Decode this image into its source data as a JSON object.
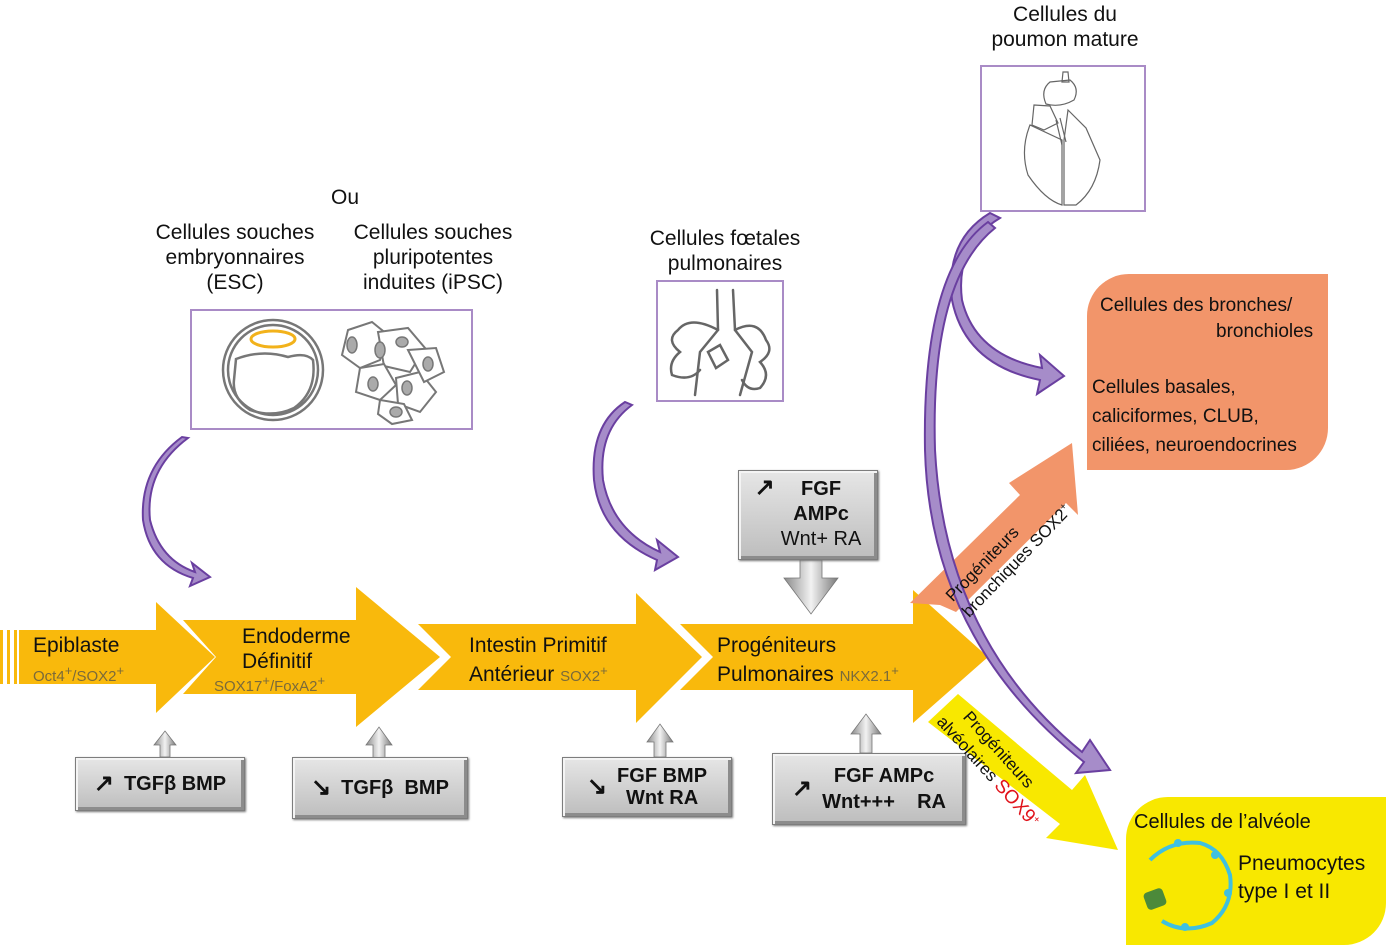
{
  "colors": {
    "stage_arrow": "#f9b90c",
    "purple_arrow": "#9b7bc0",
    "purple_stroke": "#6a3fa0",
    "box_border": "#a98bc6",
    "bronchial_panel": "#f2956a",
    "alveolar_panel": "#f8e800",
    "sox9_text": "#e0121a",
    "marker_text": "#7a6a3a"
  },
  "sources": {
    "or_label": "Ou",
    "esc_label": [
      "Cellules souches",
      "embryonnaires",
      "(ESC)"
    ],
    "ipsc_label": [
      "Cellules souches",
      "pluripotentes",
      "induites (iPSC)"
    ],
    "fetal_label": [
      "Cellules fœtales",
      "pulmonaires"
    ],
    "mature_label": [
      "Cellules du",
      "poumon mature"
    ]
  },
  "stages": [
    {
      "title": [
        "Epiblaste"
      ],
      "marker": "Oct4",
      "marker2": "/SOX2",
      "sup": "+"
    },
    {
      "title": [
        "Endoderme",
        "Définitif"
      ],
      "marker": "SOX17",
      "marker2": "/FoxA2",
      "sup": "+"
    },
    {
      "title": [
        "Intestin Primitif",
        "Antérieur"
      ],
      "marker": "SOX2",
      "sup": "+"
    },
    {
      "title": [
        "Progéniteurs",
        "Pulmonaires"
      ],
      "marker": "NKX2.1",
      "sup": "+"
    }
  ],
  "signals": [
    {
      "direction": "up",
      "arrow_glyph": "↗",
      "lines": [
        "TGFβ BMP"
      ]
    },
    {
      "direction": "down",
      "arrow_glyph": "↘",
      "lines": [
        "TGFβ  BMP"
      ]
    },
    {
      "direction": "down",
      "arrow_glyph": "↘",
      "lines": [
        "FGF BMP",
        "Wnt RA"
      ]
    },
    {
      "direction": "up",
      "arrow_glyph": "↗",
      "lines": [
        "FGF AMPc",
        "Wnt+++    RA"
      ]
    },
    {
      "direction": "up",
      "arrow_glyph": "↗",
      "lines": [
        "FGF",
        "AMPc",
        "Wnt+ RA"
      ]
    }
  ],
  "branches": {
    "bronchial": {
      "line1": "Progéniteurs",
      "line2": "bronchiques SOX2",
      "sup": "+"
    },
    "alveolar": {
      "line1": "Progéniteurs",
      "line2": "alvéolaires ",
      "marker": "SOX9",
      "sup": "+"
    }
  },
  "outcomes": {
    "bronchial": {
      "title_line1": "Cellules des bronches/",
      "title_line2": "bronchioles",
      "cell_lines": [
        "Cellules basales,",
        "caliciformes, CLUB,",
        "ciliées, neuroendocrines"
      ]
    },
    "alveolar": {
      "title": "Cellules de l’alvéole",
      "cell_lines": [
        "Pneumocytes",
        "type I et II"
      ]
    }
  }
}
